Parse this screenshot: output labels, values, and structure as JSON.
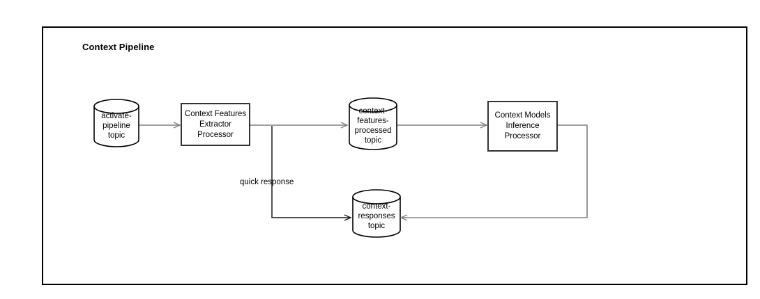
{
  "diagram": {
    "title": "Context Pipeline",
    "frame": {
      "border_color": "#000000"
    },
    "wire_color": "#808080",
    "wire_color_dark": "#1a1a1a",
    "nodes": [
      {
        "id": "activate-pipeline-topic",
        "type": "cylinder",
        "label": "activate-\npipeline\ntopic",
        "lines": [
          "activate-",
          "pipeline",
          "topic"
        ]
      },
      {
        "id": "context-features-extractor-processor",
        "type": "box",
        "label": "Context Features\nExtractor\nProcessor",
        "lines": [
          "Context Features",
          "Extractor",
          "Processor"
        ]
      },
      {
        "id": "context-features-processed-topic",
        "type": "cylinder",
        "label": "context-\nfeatures-\nprocessed\ntopic",
        "lines": [
          "context-",
          "features-",
          "processed",
          "topic"
        ]
      },
      {
        "id": "context-models-inference-processor",
        "type": "box",
        "label": "Context Models\nInference\nProcessor",
        "lines": [
          "Context Models",
          "Inference",
          "Processor"
        ]
      },
      {
        "id": "context-responses-topic",
        "type": "cylinder",
        "label": "context-\nresponses\ntopic",
        "lines": [
          "context-",
          "responses",
          "topic"
        ]
      }
    ],
    "edges": [
      {
        "id": "activate-to-extractor",
        "from": "activate-pipeline-topic",
        "to": "context-features-extractor-processor",
        "label": ""
      },
      {
        "id": "extractor-to-features-processed",
        "from": "context-features-extractor-processor",
        "to": "context-features-processed-topic",
        "label": ""
      },
      {
        "id": "features-processed-to-inference",
        "from": "context-features-processed-topic",
        "to": "context-models-inference-processor",
        "label": ""
      },
      {
        "id": "extractor-to-responses",
        "from": "context-features-extractor-processor",
        "to": "context-responses-topic",
        "label": "quick response"
      },
      {
        "id": "inference-to-responses",
        "from": "context-models-inference-processor",
        "to": "context-responses-topic",
        "label": ""
      }
    ]
  }
}
